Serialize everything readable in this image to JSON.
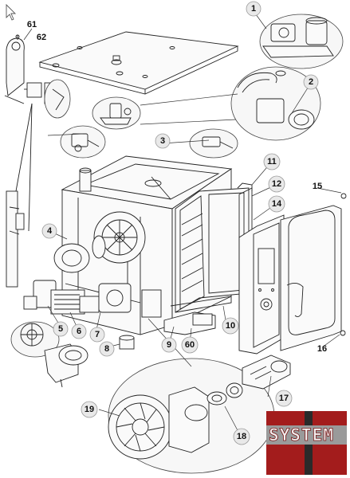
{
  "callouts": {
    "c1": "1",
    "c2": "2",
    "c3": "3",
    "c4": "4",
    "c5": "5",
    "c6": "6",
    "c7": "7",
    "c8": "8",
    "c9": "9",
    "c10": "10",
    "c11": "11",
    "c12": "12",
    "c14": "14",
    "c15": "15",
    "c16": "16",
    "c17": "17",
    "c18": "18",
    "c19": "19",
    "c60": "60",
    "c61": "61",
    "c62": "62"
  },
  "logo": {
    "text": "SYSTEM",
    "colors": {
      "red": "#a31c1c",
      "gray": "#bdbdbd",
      "dark": "#2a2a2a"
    }
  },
  "cursor_icon": "mouse-pointer-icon"
}
